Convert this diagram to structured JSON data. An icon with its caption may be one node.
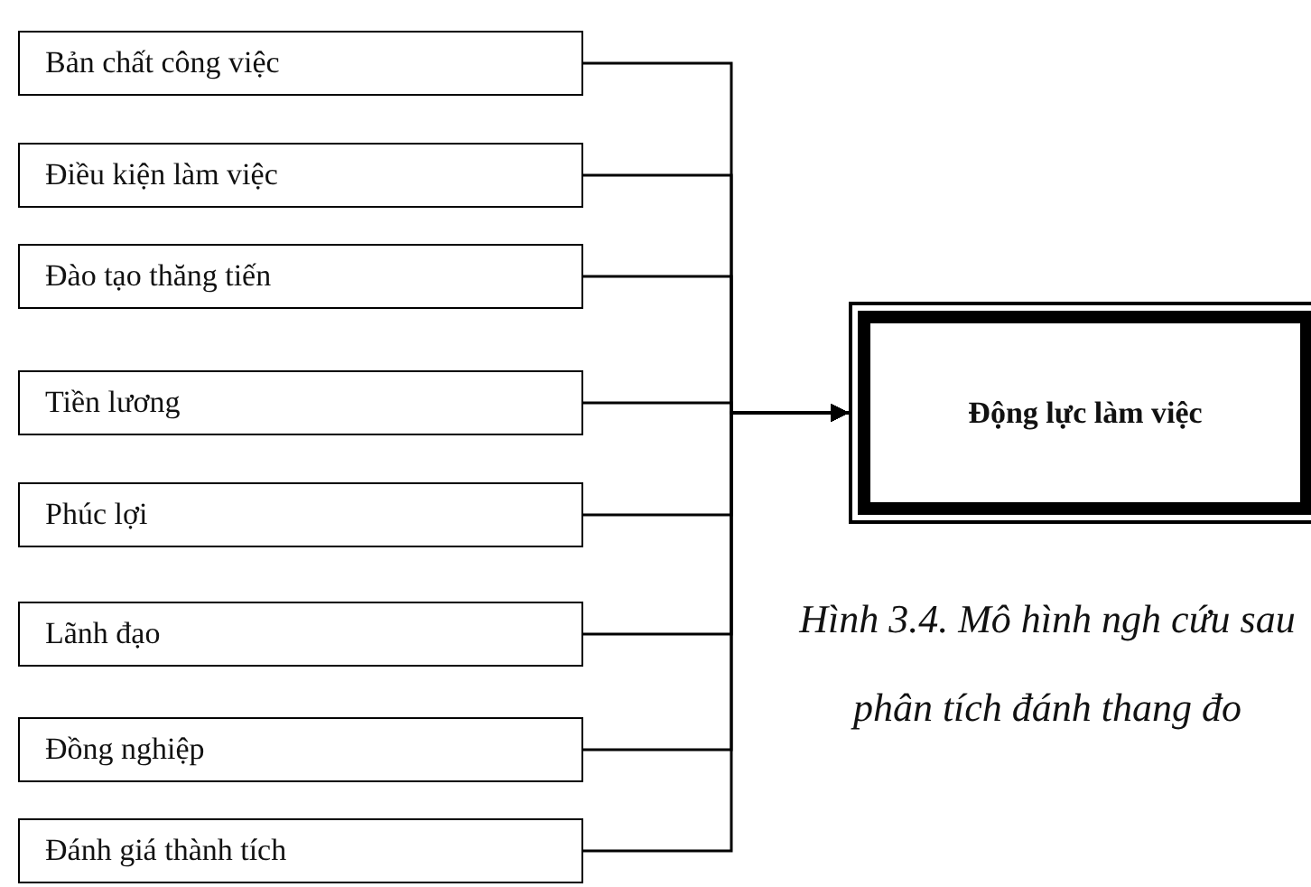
{
  "diagram": {
    "caption": "Hình 3.4. Mô hình ngh cứu sau phân tích đánh thang đo",
    "nodes": [
      {
        "text": [
          "Bản chất công việc"
        ]
      },
      {
        "text": [
          "Điều kiện làm việc"
        ]
      },
      {
        "text": [
          "Đào tạo thăng tiến"
        ]
      },
      {
        "text": [
          "Tiền lương"
        ]
      },
      {
        "text": [
          "Phúc lợi"
        ]
      },
      {
        "text": [
          "Lãnh đạo"
        ]
      },
      {
        "text": [
          "Đồng nghiệp"
        ]
      },
      {
        "text": [
          "Đánh giá thành tích"
        ]
      },
      {
        "text": [
          "Động lực làm việc"
        ]
      }
    ],
    "edges": [
      {
        "from": 0,
        "to": 8,
        "arrow": "to"
      },
      {
        "from": 1,
        "to": 8,
        "arrow": "to"
      },
      {
        "from": 2,
        "to": 8,
        "arrow": "to"
      },
      {
        "from": 3,
        "to": 8,
        "arrow": "to"
      },
      {
        "from": 4,
        "to": 8,
        "arrow": "to"
      },
      {
        "from": 5,
        "to": 8,
        "arrow": "to"
      },
      {
        "from": 6,
        "to": 8,
        "arrow": "to"
      },
      {
        "from": 7,
        "to": 8,
        "arrow": "to"
      }
    ]
  }
}
